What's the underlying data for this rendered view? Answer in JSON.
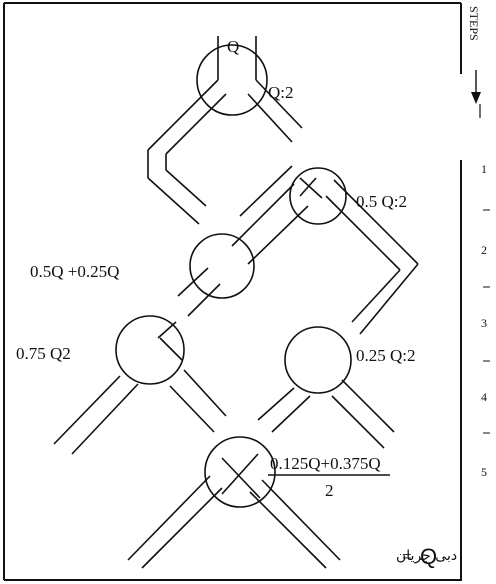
{
  "diagram": {
    "inlet_label": "Q",
    "nodes": [
      {
        "id": "n1",
        "label": "Q:2"
      },
      {
        "id": "n2",
        "label": "0.5 Q:2"
      },
      {
        "id": "n3",
        "label": "0.5Q +0.25Q"
      },
      {
        "id": "n4",
        "label": "0.75 Q2"
      },
      {
        "id": "n5",
        "label": "0.25 Q:2"
      },
      {
        "id": "n6",
        "numerator": "0.125Q+0.375Q",
        "denominator": "2"
      }
    ],
    "steps": {
      "title": "STEPS",
      "items": [
        "1",
        "2",
        "3",
        "4",
        "5"
      ]
    },
    "legend": {
      "symbol": "Q",
      "equals": "=",
      "text": "دبی جریان"
    }
  }
}
